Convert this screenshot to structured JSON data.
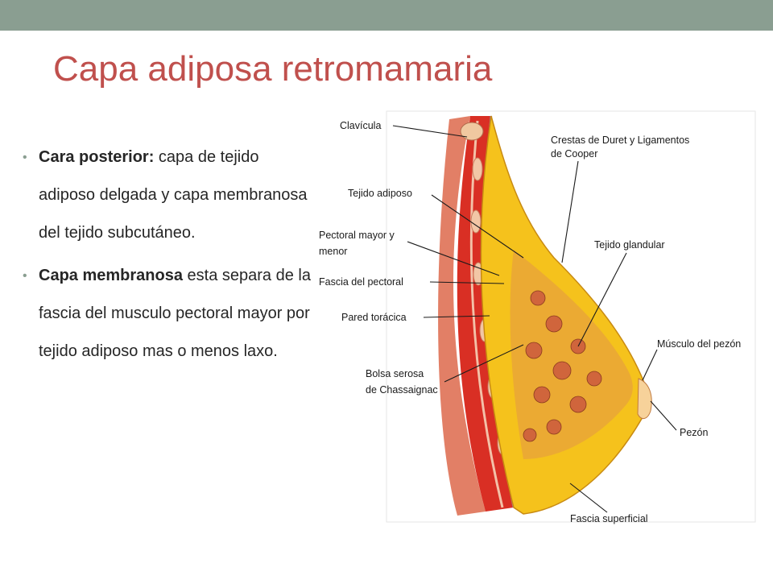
{
  "slide": {
    "title": "Capa adiposa retromamaria",
    "accent_color": "#c0504d",
    "band_color": "#8a9e91"
  },
  "bullets": [
    {
      "lead": "Cara posterior:",
      "text": " capa de tejido adiposo delgada y capa membranosa del tejido subcutáneo."
    },
    {
      "lead": "Capa membranosa",
      "text": " esta separa de la fascia del musculo pectoral mayor por tejido adiposo mas o menos laxo."
    }
  ],
  "diagram": {
    "labels": {
      "clavicula": "Clavícula",
      "crestas_1": "Crestas de Duret y Ligamentos",
      "crestas_2": "de Cooper",
      "tejido_adiposo": "Tejido adiposo",
      "pectoral_1": "Pectoral mayor y",
      "pectoral_2": "menor",
      "tejido_glandular": "Tejido glandular",
      "fascia_pectoral": "Fascia del pectoral",
      "pared_toracica": "Pared torácica",
      "musculo_pezon": "Músculo del pezón",
      "bolsa_1": "Bolsa serosa",
      "bolsa_2": "de Chassaignac",
      "pezon": "Pezón",
      "fascia_superficial": "Fascia superficial"
    }
  }
}
